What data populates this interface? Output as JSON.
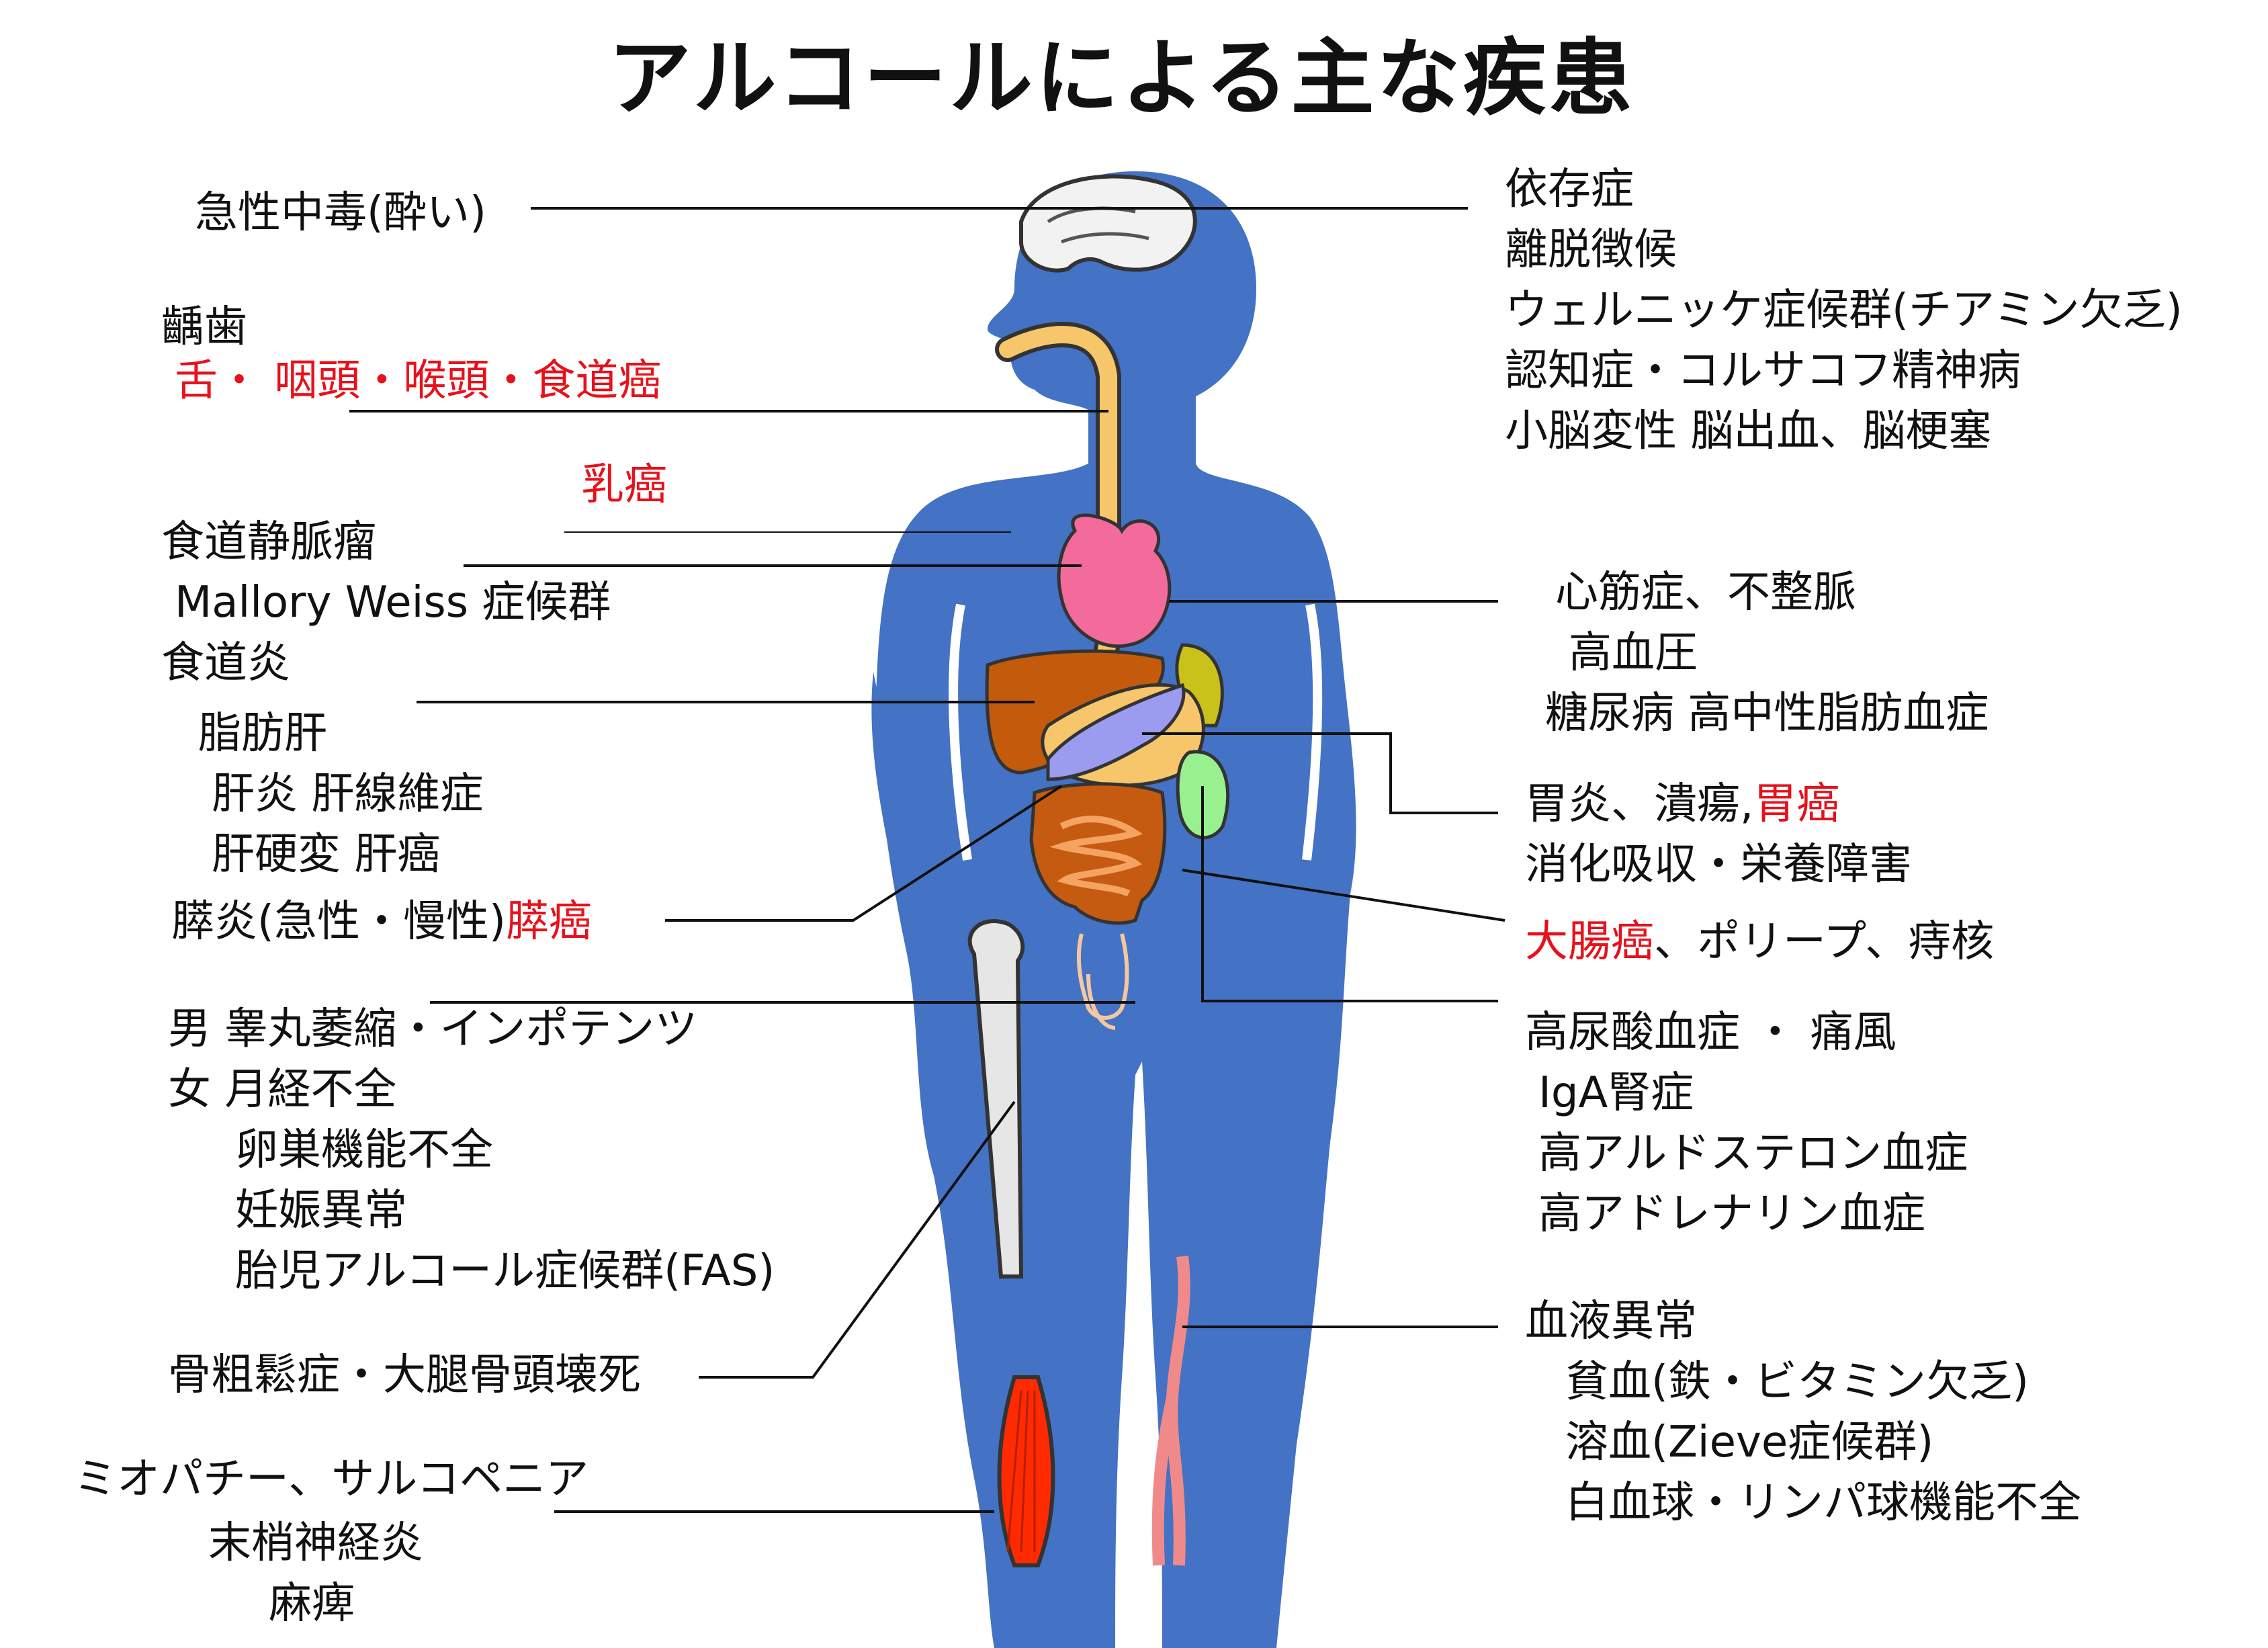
{
  "title": "アルコールによる主な疾患",
  "colors": {
    "body": "#4472c4",
    "text": "#111111",
    "cancer_text": "#e8111b",
    "liver": "#c45b0c",
    "stomach": "#f26b9a",
    "esophagus": "#f7c66a",
    "pancreas": "#9b9bef",
    "gallbladder": "#c9c21a",
    "kidney": "#99f08f",
    "intestine": "#c55a11",
    "small_intestine": "#f4a460",
    "brain": "#f2f2f2",
    "bone": "#e6e6e6",
    "muscle": "#ff2a00",
    "vessel": "#f08a8a"
  },
  "left": {
    "acute": "急性中毒(酔い)",
    "caries": "齲歯",
    "oral_cancer": "舌・ 咽頭・喉頭・食道癌",
    "breast_cancer": "乳癌",
    "varices": "食道静脈瘤",
    "mallory": "Mallory Weiss 症候群",
    "esophagitis": "食道炎",
    "fatty_liver": "脂肪肝",
    "hepatitis": "肝炎  肝線維症",
    "cirrhosis": "肝硬変  肝癌",
    "pancreatitis": "膵炎(急性・慢性)",
    "pancreatic_cancer": "膵癌",
    "male": "男  睾丸萎縮・インポテンツ",
    "female": "女  月経不全",
    "ovary": "卵巣機能不全",
    "pregnancy": "妊娠異常",
    "fas": "胎児アルコール症候群(FAS)",
    "bone": "骨粗鬆症・大腿骨頭壊死",
    "myopathy": "ミオパチー、サルコペニア",
    "neuritis": "末梢神経炎",
    "paralysis": "麻痺"
  },
  "right": {
    "dependence": "依存症",
    "withdrawal": "離脱徴候",
    "wernicke": "ウェルニッケ症候群(チアミン欠乏)",
    "dementia": "認知症・コルサコフ精神病",
    "cerebellar": "小脳変性  脳出血、脳梗塞",
    "cardio": "心筋症、不整脈",
    "hypertension": "高血圧",
    "diabetes": "糖尿病  高中性脂肪血症",
    "gastritis": "胃炎、潰瘍,",
    "gastric_cancer": "胃癌",
    "malabsorption": "消化吸収・栄養障害",
    "colon_cancer": "大腸癌",
    "polyp": "、ポリープ、痔核",
    "uric": "高尿酸血症  ・  痛風",
    "iga": "IgA腎症",
    "aldosterone": "高アルドステロン血症",
    "adrenaline": "高アドレナリン血症",
    "blood": "血液異常",
    "anemia": "貧血(鉄・ビタミン欠乏)",
    "hemolysis": "溶血(Zieve症候群)",
    "wbc": "白血球・リンパ球機能不全"
  }
}
